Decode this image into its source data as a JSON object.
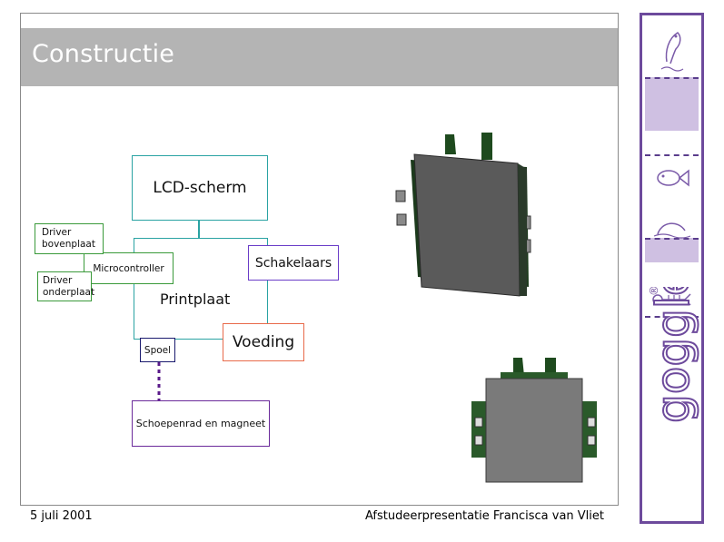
{
  "slide": {
    "title": "Constructie",
    "footer_left": "5 juli 2001",
    "footer_right": "Afstudeerpresentatie Francisca van Vliet"
  },
  "diagram": {
    "lcd": "LCD-scherm",
    "printplaat": "Printplaat",
    "driver_boven": "Driver\nbovenplaat",
    "driver_onder": "Driver\nonderplaat",
    "microcontroller": "Microcontroller",
    "schakelaars": "Schakelaars",
    "voeding": "Voeding",
    "spoel": "Spoel",
    "schoepenrad": "Schoepenrad en magneet"
  },
  "branding": {
    "logo_text": "goggle",
    "registered_mark": "®"
  },
  "colors": {
    "teal": "#2aa3a3",
    "green": "#3a9a3a",
    "purple": "#6a3da8",
    "orange": "#e86a4a",
    "navy": "#1a1a6e",
    "strip": "#6d4a9c"
  }
}
